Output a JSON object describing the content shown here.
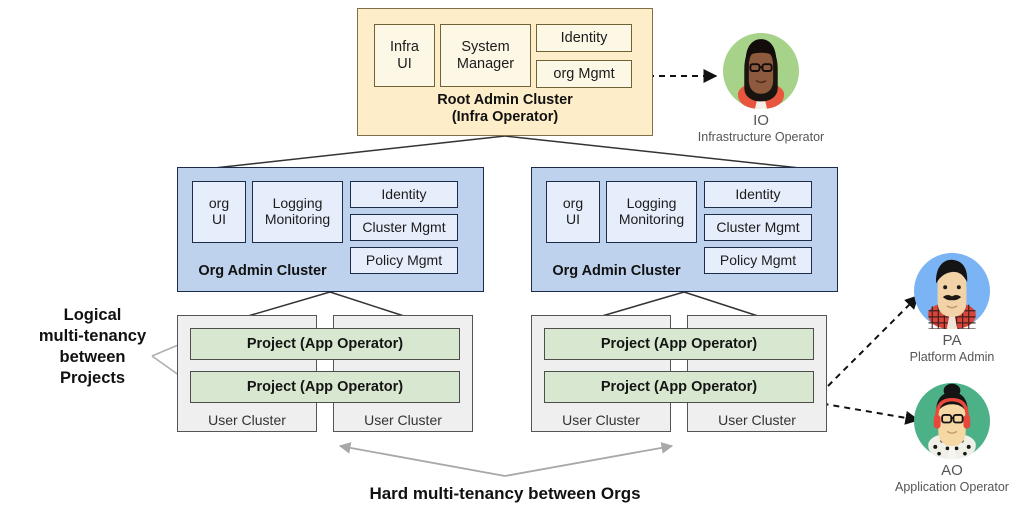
{
  "diagram": {
    "root_cluster": {
      "caption_line1": "Root Admin Cluster",
      "caption_line2": "(Infra Operator)",
      "components": [
        {
          "label": "Infra\nUI",
          "name": "infra-ui"
        },
        {
          "label": "System\nManager",
          "name": "system-manager"
        },
        {
          "label": "Identity",
          "name": "identity"
        },
        {
          "label": "org Mgmt",
          "name": "org-mgmt"
        }
      ]
    },
    "org_clusters": [
      {
        "caption": "Org Admin Cluster",
        "components": [
          {
            "label": "org\nUI",
            "name": "org-ui"
          },
          {
            "label": "Logging\nMonitoring",
            "name": "logging-monitoring"
          },
          {
            "label": "Identity",
            "name": "identity"
          },
          {
            "label": "Cluster Mgmt",
            "name": "cluster-mgmt"
          },
          {
            "label": "Policy Mgmt",
            "name": "policy-mgmt"
          }
        ],
        "user_clusters": [
          {
            "label": "User Cluster"
          },
          {
            "label": "User Cluster"
          }
        ],
        "projects": [
          {
            "label": "Project (App Operator)"
          },
          {
            "label": "Project (App Operator)"
          }
        ]
      },
      {
        "caption": "Org Admin Cluster",
        "components": [
          {
            "label": "org\nUI",
            "name": "org-ui"
          },
          {
            "label": "Logging\nMonitoring",
            "name": "logging-monitoring"
          },
          {
            "label": "Identity",
            "name": "identity"
          },
          {
            "label": "Cluster Mgmt",
            "name": "cluster-mgmt"
          },
          {
            "label": "Policy Mgmt",
            "name": "policy-mgmt"
          }
        ],
        "user_clusters": [
          {
            "label": "User Cluster"
          },
          {
            "label": "User Cluster"
          }
        ],
        "projects": [
          {
            "label": "Project (App Operator)"
          },
          {
            "label": "Project  (App Operator)"
          }
        ]
      }
    ],
    "annotations": {
      "left_note": "Logical\nmulti-tenancy\nbetween\nProjects",
      "bottom_note": "Hard multi-tenancy between Orgs"
    },
    "personas": [
      {
        "abbr": "IO",
        "role": "Infrastructure Operator",
        "icon": "person-avatar-icon",
        "circle_color": "#a6d28a"
      },
      {
        "abbr": "PA",
        "role": "Platform Admin",
        "icon": "person-avatar-icon",
        "circle_color": "#7ab4f5"
      },
      {
        "abbr": "AO",
        "role": "Application Operator",
        "icon": "person-avatar-icon",
        "circle_color": "#4cb187"
      }
    ],
    "colors": {
      "root_fill": "#fdeec9",
      "root_inner_fill": "#fdf7e6",
      "org_fill": "#bed2ee",
      "org_inner_fill": "#e7eefb",
      "user_cluster_fill": "#efefef",
      "project_fill": "#d8e8d0",
      "connector": "#333333",
      "annotation_arrow": "#b0b0b0"
    }
  }
}
